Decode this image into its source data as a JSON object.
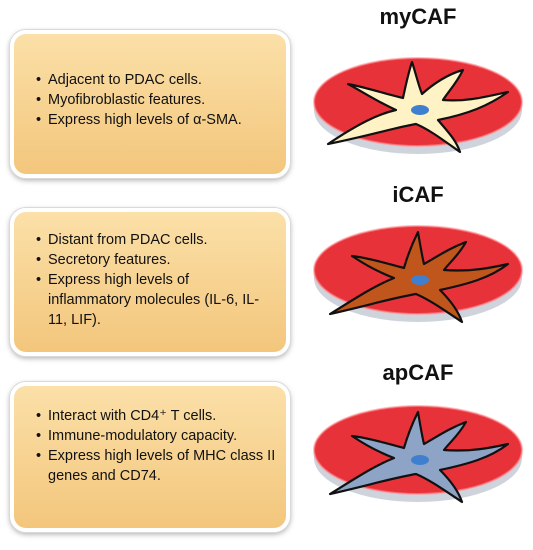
{
  "cafs": [
    {
      "title": "myCAF",
      "bullets": [
        "Adjacent to PDAC cells.",
        "Myofibroblastic features.",
        "Express high levels of α-SMA."
      ],
      "cell_color": "#fff2c4"
    },
    {
      "title": "iCAF",
      "bullets": [
        "Distant from PDAC cells.",
        "Secretory features.",
        "Express high levels of inflammatory  molecules (IL-6, IL-11, LIF)."
      ],
      "cell_color": "#c0561c"
    },
    {
      "title": "apCAF",
      "bullets": [
        "Interact with CD4⁺ T cells.",
        "Immune-modulatory capacity.",
        "Express high levels of MHC class II genes and CD74."
      ],
      "cell_color": "#8da4c6"
    }
  ],
  "colors": {
    "panel": "#f3c67c",
    "dish": "#e8323a",
    "nucleus": "#3f7fd0"
  }
}
